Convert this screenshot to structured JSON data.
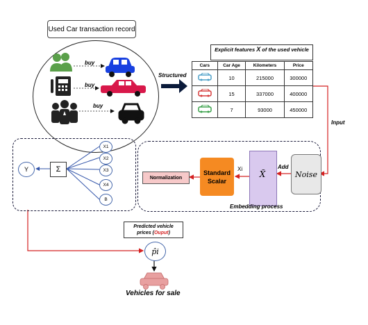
{
  "record_box": {
    "label": "Used Car transaction record"
  },
  "edges": {
    "buy1": "buy",
    "buy2": "buy",
    "buy3": "buy",
    "structured": "Structured",
    "input": "Input",
    "add": "Add"
  },
  "features": {
    "title_prefix": "Explicit features ",
    "title_var": "X",
    "title_suffix": " of the used vehicle",
    "headers": [
      "Cars",
      "Car Age",
      "Kilometers",
      "Price"
    ],
    "rows": [
      {
        "age": "10",
        "km": "215000",
        "price": "300000",
        "car_color": "#4da0c8"
      },
      {
        "age": "15",
        "km": "337000",
        "price": "400000",
        "car_color": "#d63a3a"
      },
      {
        "age": "7",
        "km": "93000",
        "price": "450000",
        "car_color": "#3aa04a"
      }
    ]
  },
  "embedding": {
    "noise": "Noise",
    "xhat": "X̃",
    "std_line1": "Standard",
    "std_line2": "Scalar",
    "xi": "Xi",
    "normalization": "Normalization",
    "caption": "Embedding process"
  },
  "network": {
    "output": "Y",
    "sum": "Σ",
    "inputs": [
      "X1",
      "X2",
      "X3",
      "X4",
      "B"
    ]
  },
  "prediction": {
    "title_line1": "Predicted vehicle",
    "title_line2": "prices (",
    "title_output": "Ouput",
    "title_close": ")",
    "symbol": "p̂i",
    "caption": "Vehicles for sale"
  },
  "colors": {
    "arrow_red": "#d42020",
    "car_blue": "#1840e0",
    "car_red": "#d8184a",
    "car_black": "#111111",
    "people_green": "#5aa04a",
    "sale_car": "#e8a0a0"
  }
}
